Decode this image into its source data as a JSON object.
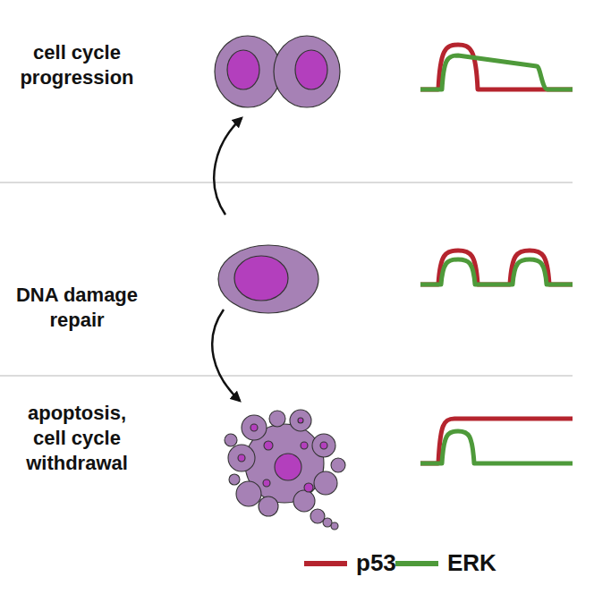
{
  "diagram": {
    "labels": [
      "cell cycle progression",
      "DNA damage repair",
      "apoptosis, cell cycle withdrawal"
    ],
    "legend": [
      {
        "text": "p53"
      },
      {
        "text": "ERK"
      }
    ]
  }
}
